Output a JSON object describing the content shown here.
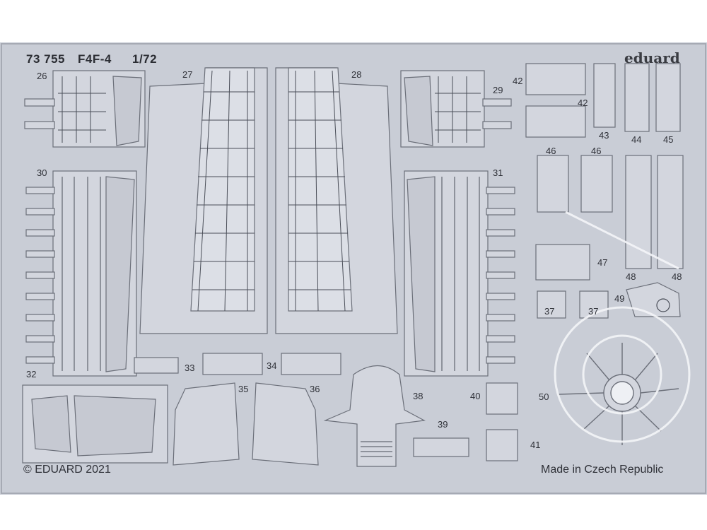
{
  "header": {
    "set_number": "73 755",
    "model": "F4F-4",
    "scale": "1/72",
    "brand": "eduard"
  },
  "footer": {
    "copyright": "© EDUARD 2021",
    "origin": "Made in Czech Republic"
  },
  "part_numbers": {
    "p26": "26",
    "p27": "27",
    "p28": "28",
    "p29": "29",
    "p30": "30",
    "p31": "31",
    "p32": "32",
    "p33": "33",
    "p34": "34",
    "p35": "35",
    "p36": "36",
    "p37a": "37",
    "p37b": "37",
    "p38": "38",
    "p39": "39",
    "p40": "40",
    "p41": "41",
    "p42a": "42",
    "p42b": "42",
    "p43": "43",
    "p44": "44",
    "p45": "45",
    "p46a": "46",
    "p46b": "46",
    "p47": "47",
    "p48a": "48",
    "p48b": "48",
    "p49": "49",
    "p50": "50"
  },
  "colors": {
    "fret": "#c9cdd6",
    "part": "#d3d6de",
    "outline": "#6b6f79",
    "detail": "#4a4e58",
    "watermark": "#f4f5f8"
  }
}
